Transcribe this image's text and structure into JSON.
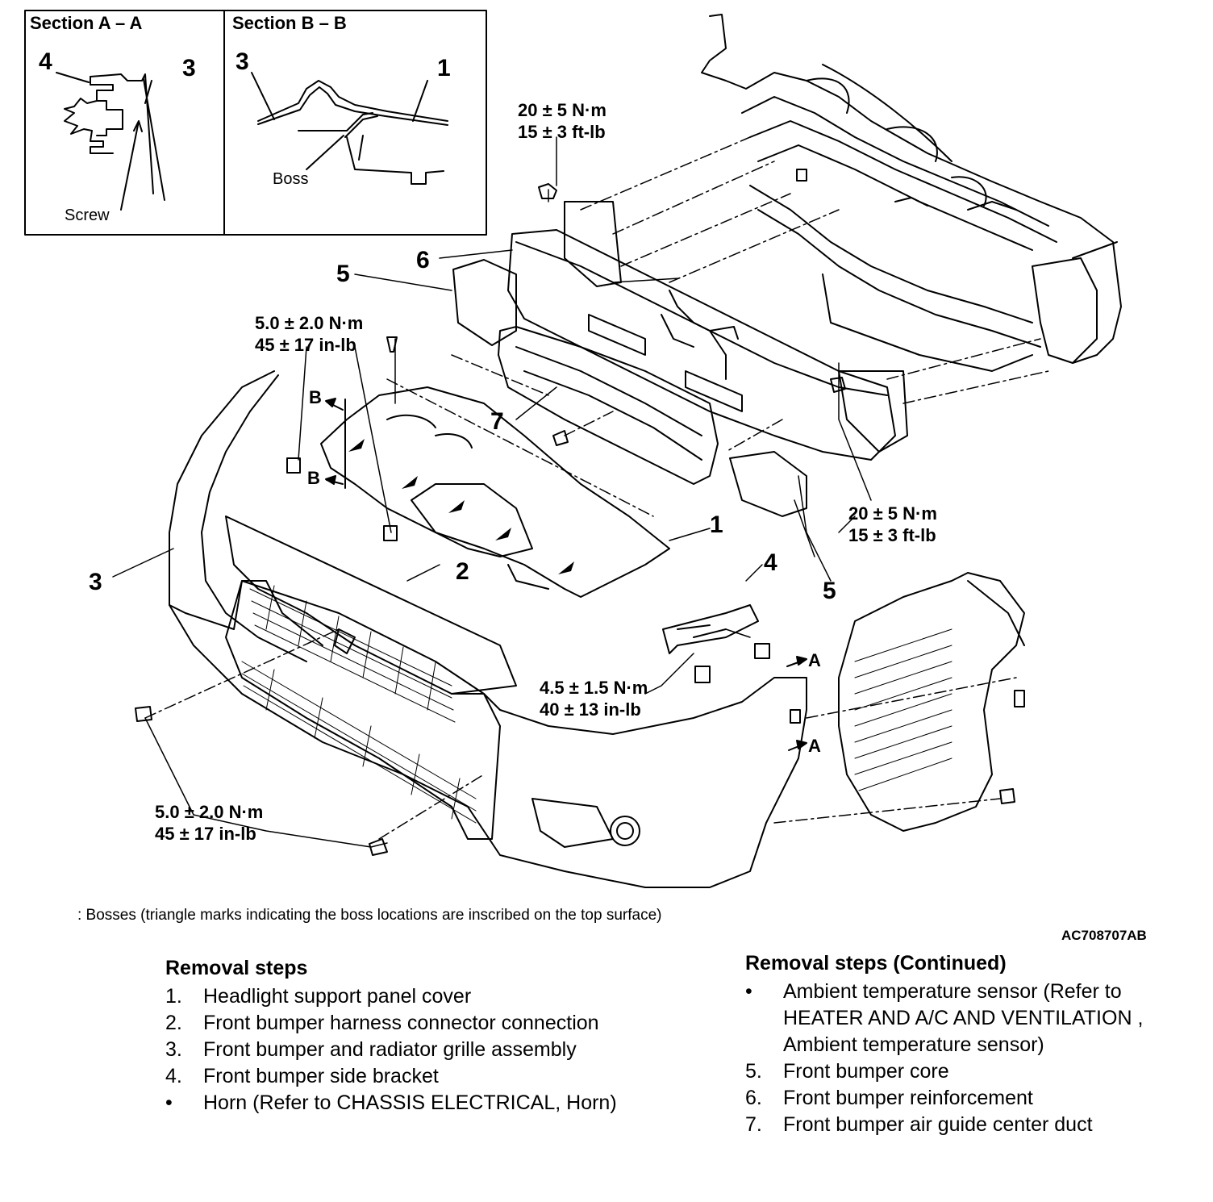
{
  "sections": {
    "a": {
      "title": "Section A – A",
      "part_left": "4",
      "part_right": "3",
      "screw": "Screw"
    },
    "b": {
      "title": "Section B – B",
      "part_left": "3",
      "part_right": "1",
      "boss": "Boss"
    }
  },
  "parts": {
    "p1": "1",
    "p2": "2",
    "p3": "3",
    "p4": "4",
    "p5_left": "5",
    "p5_right": "5",
    "p6": "6",
    "p7": "7"
  },
  "section_marks": {
    "b_upper": "B",
    "b_lower": "B",
    "a_upper": "A",
    "a_lower": "A"
  },
  "torques": {
    "t_top_nm": "20 ± 5 N·m",
    "t_top_ft": "15 ± 3 ft-lb",
    "t_right_nm": "20 ± 5 N·m",
    "t_right_ft": "15 ± 3 ft-lb",
    "t_mid_nm": "5.0 ± 2.0 N·m",
    "t_mid_in": "45 ± 17 in-lb",
    "t_bracket_nm": "4.5 ± 1.5 N·m",
    "t_bracket_in": "40 ± 13 in-lb",
    "t_low_nm": "5.0 ± 2.0 N·m",
    "t_low_in": "45 ± 17 in-lb"
  },
  "legend": ": Bosses (triangle marks indicating the boss locations are inscribed on the top surface)",
  "figure_code": "AC708707AB",
  "removal_steps": {
    "title": "Removal steps",
    "items": [
      {
        "num": "1.",
        "text": "Headlight support panel cover"
      },
      {
        "num": "2.",
        "text": "Front bumper harness connector connection"
      },
      {
        "num": "3.",
        "text": "Front bumper and radiator grille assembly"
      },
      {
        "num": "4.",
        "text": "Front bumper side bracket"
      },
      {
        "num": "•",
        "text": "Horn (Refer to CHASSIS ELECTRICAL, Horn)"
      }
    ]
  },
  "removal_steps_cont": {
    "title": "Removal steps (Continued)",
    "items": [
      {
        "num": "•",
        "text": "Ambient temperature sensor (Refer to HEATER AND A/C AND VENTILATION , Ambient temperature sensor)"
      },
      {
        "num": "5.",
        "text": "Front bumper core"
      },
      {
        "num": "6.",
        "text": "Front bumper reinforcement"
      },
      {
        "num": "7.",
        "text": "Front bumper air guide center duct"
      }
    ]
  }
}
